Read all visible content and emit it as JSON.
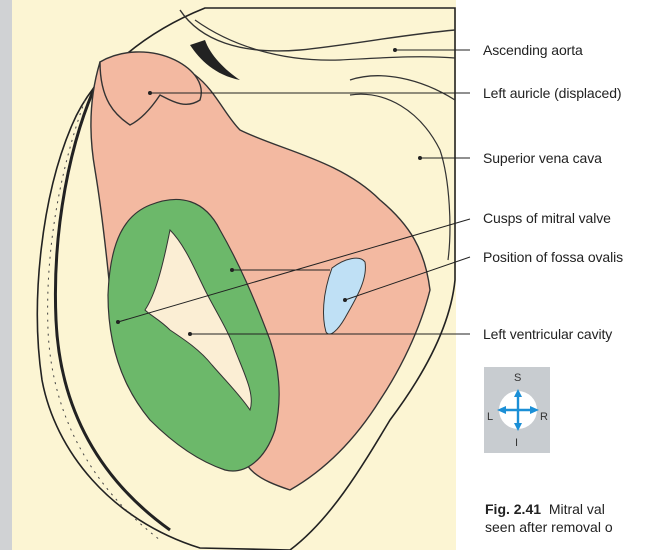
{
  "labels": [
    "Ascending aorta",
    "Left auricle (displaced)",
    "Superior vena cava",
    "Cusps of mitral valve",
    "Position of fossa ovalis",
    "Left ventricular cavity"
  ],
  "compass": {
    "superior": "S",
    "inferior": "I",
    "left": "L",
    "right": "R"
  },
  "caption": {
    "fig_number": "Fig. 2.41",
    "line1": "Mitral val",
    "line2": "seen after removal o"
  },
  "colors": {
    "background": "#fcf5d3",
    "heart_wall": "#f3b9a1",
    "mitral_cusps": "#6cb86a",
    "fossa_ovalis": "#bfe0f5",
    "compass_arrow": "#1b8fd6"
  }
}
